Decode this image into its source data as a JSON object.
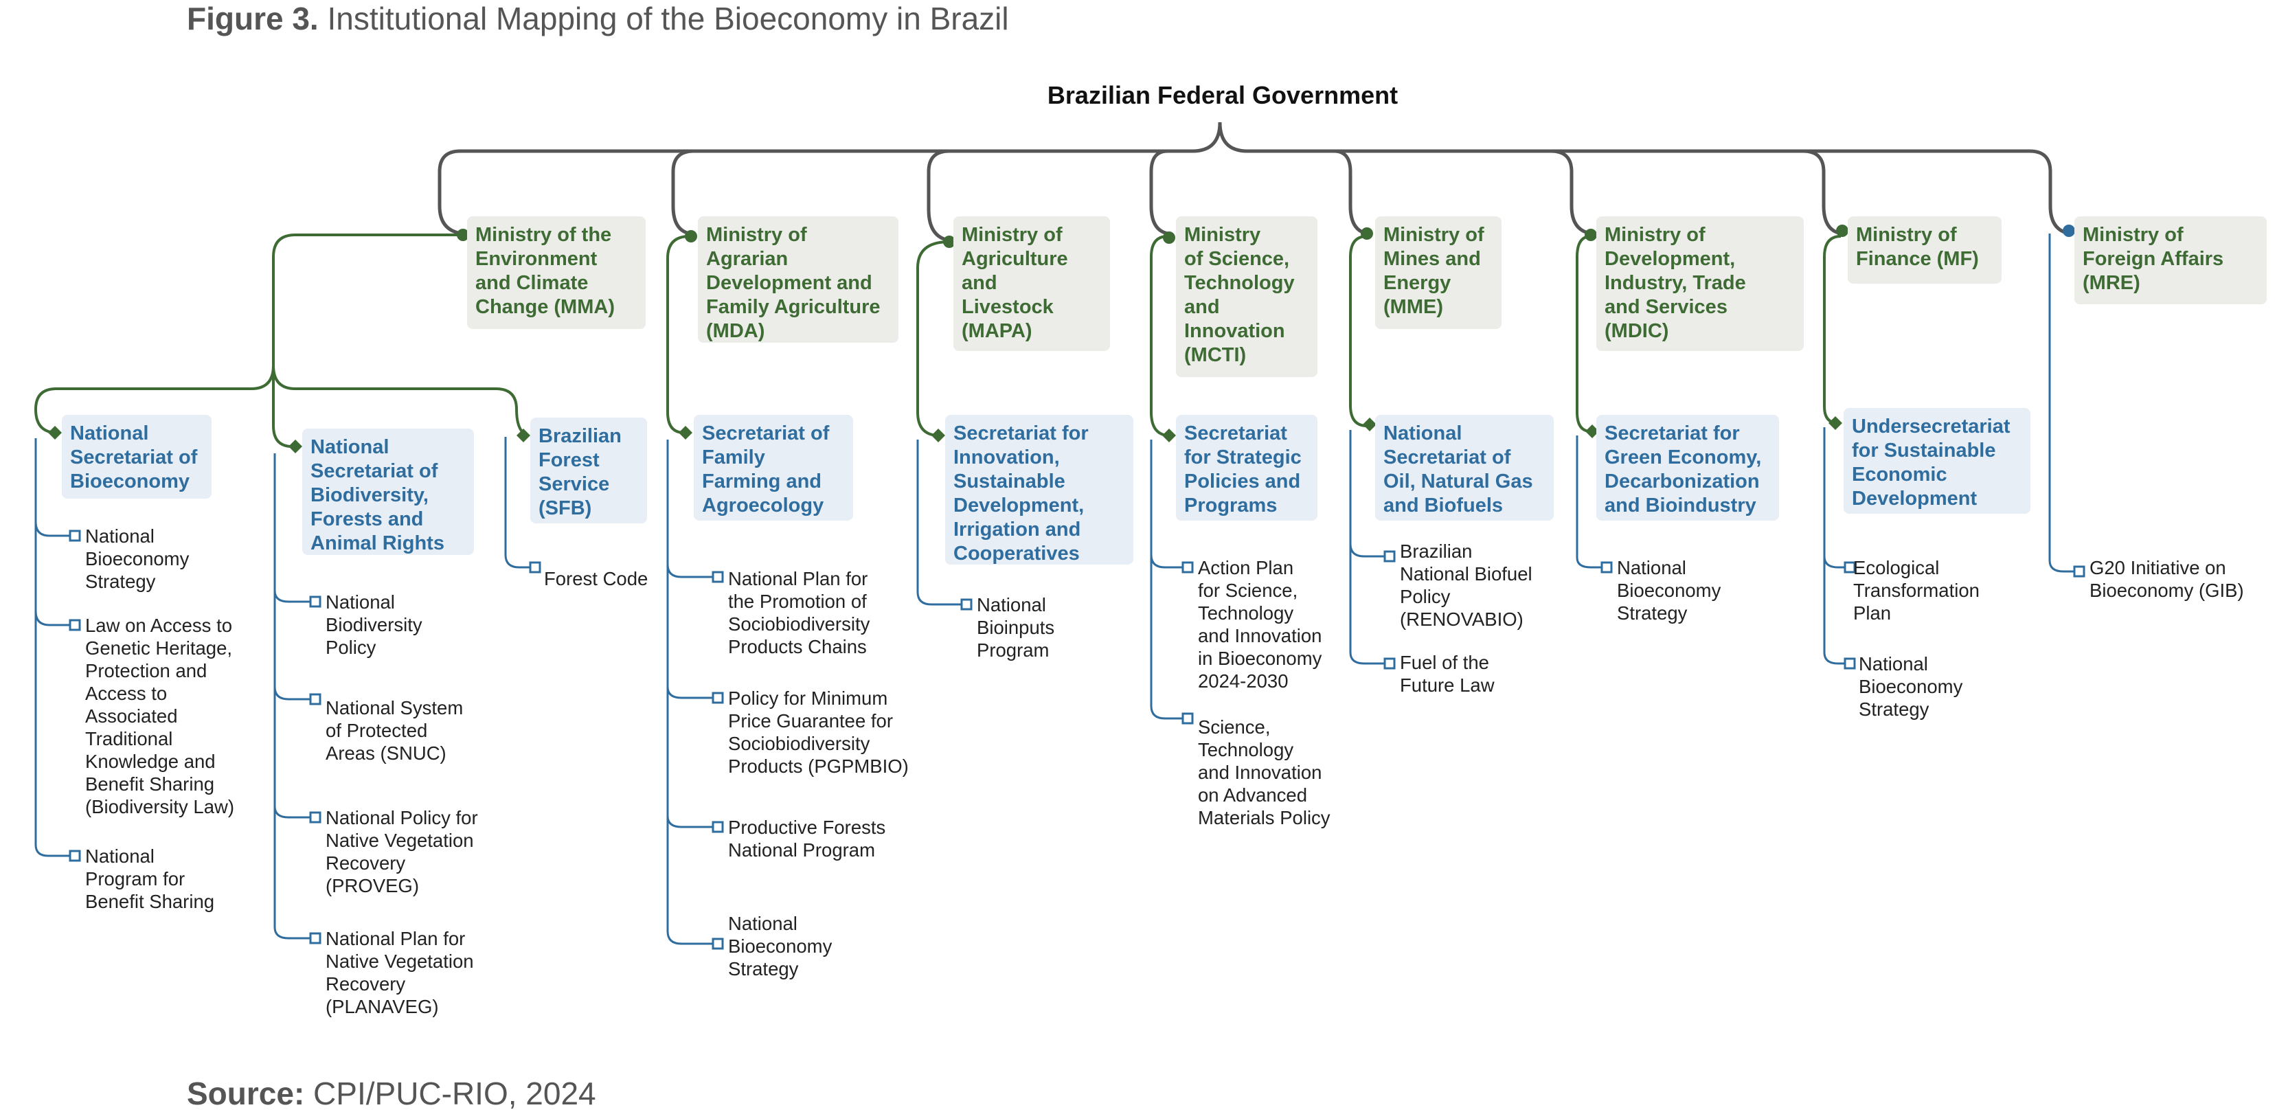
{
  "caption": {
    "figure_label": "Figure 3.",
    "title": "Institutional Mapping of the Bioeconomy in Brazil"
  },
  "root": "Brazilian Federal Government",
  "ministries": [
    {
      "lines": [
        "Ministry of the",
        "Environment",
        "and Climate",
        "Change (MMA)"
      ]
    },
    {
      "lines": [
        "Ministry of",
        "Agrarian",
        "Development and",
        "Family Agriculture",
        "(MDA)"
      ]
    },
    {
      "lines": [
        "Ministry of",
        "Agriculture",
        "and",
        "Livestock",
        "(MAPA)"
      ]
    },
    {
      "lines": [
        "Ministry",
        "of Science,",
        "Technology",
        "and",
        "Innovation",
        "(MCTI)"
      ]
    },
    {
      "lines": [
        "Ministry of",
        "Mines and",
        "Energy",
        "(MME)"
      ]
    },
    {
      "lines": [
        "Ministry of",
        "Development,",
        "Industry, Trade",
        "and Services",
        "(MDIC)"
      ]
    },
    {
      "lines": [
        "Ministry of",
        "Finance (MF)"
      ]
    },
    {
      "lines": [
        "Ministry of",
        "Foreign Affairs",
        "(MRE)"
      ]
    }
  ],
  "secretariats": [
    {
      "lines": [
        "National",
        "Secretariat of",
        "Bioeconomy"
      ]
    },
    {
      "lines": [
        "National",
        "Secretariat of",
        "Biodiversity,",
        "Forests and",
        "Animal Rights"
      ]
    },
    {
      "lines": [
        "Brazilian",
        "Forest",
        "Service",
        "(SFB)"
      ]
    },
    {
      "lines": [
        "Secretariat of",
        "Family",
        "Farming and",
        "Agroecology"
      ]
    },
    {
      "lines": [
        "Secretariat for",
        "Innovation,",
        "Sustainable",
        "Development,",
        "Irrigation and",
        "Cooperatives"
      ]
    },
    {
      "lines": [
        "Secretariat",
        "for Strategic",
        "Policies and",
        "Programs"
      ]
    },
    {
      "lines": [
        "National",
        "Secretariat of",
        "Oil, Natural Gas",
        "and Biofuels"
      ]
    },
    {
      "lines": [
        "Secretariat for",
        "Green Economy,",
        "Decarbonization",
        "and Bioindustry"
      ]
    },
    {
      "lines": [
        "Undersecretariat",
        "for Sustainable",
        "Economic",
        "Development"
      ]
    }
  ],
  "items": [
    {
      "lines": [
        "National",
        "Bioeconomy",
        "Strategy"
      ]
    },
    {
      "lines": [
        "Law on Access to",
        "Genetic Heritage,",
        "Protection and",
        "Access to",
        "Associated",
        "Traditional",
        "Knowledge and",
        "Benefit Sharing",
        "(Biodiversity Law)"
      ]
    },
    {
      "lines": [
        "National",
        "Program for",
        "Benefit Sharing"
      ]
    },
    {
      "lines": [
        "National",
        "Biodiversity",
        "Policy"
      ]
    },
    {
      "lines": [
        "National System",
        "of Protected",
        "Areas (SNUC)"
      ]
    },
    {
      "lines": [
        "National Policy for",
        "Native Vegetation",
        "Recovery",
        "(PROVEG)"
      ]
    },
    {
      "lines": [
        "National Plan for",
        "Native Vegetation",
        "Recovery",
        "(PLANAVEG)"
      ]
    },
    {
      "lines": [
        "Forest Code"
      ]
    },
    {
      "lines": [
        "National Plan for",
        "the Promotion of",
        "Sociobiodiversity",
        "Products Chains"
      ]
    },
    {
      "lines": [
        "Policy for Minimum",
        "Price Guarantee for",
        "Sociobiodiversity",
        "Products (PGPMBIO)"
      ]
    },
    {
      "lines": [
        "Productive Forests",
        "National Program"
      ]
    },
    {
      "lines": [
        "National",
        "Bioeconomy",
        "Strategy"
      ]
    },
    {
      "lines": [
        "National",
        "Bioinputs",
        "Program"
      ]
    },
    {
      "lines": [
        "Action Plan",
        "for Science,",
        "Technology",
        "and Innovation",
        "in Bioeconomy",
        "2024-2030"
      ]
    },
    {
      "lines": [
        "Science,",
        "Technology",
        "and Innovation",
        "on Advanced",
        "Materials Policy"
      ]
    },
    {
      "lines": [
        "Brazilian",
        "National Biofuel",
        "Policy",
        "(RENOVABIO)"
      ]
    },
    {
      "lines": [
        "Fuel of the",
        "Future Law"
      ]
    },
    {
      "lines": [
        "National",
        "Bioeconomy",
        "Strategy"
      ]
    },
    {
      "lines": [
        "Ecological",
        "Transformation",
        "Plan"
      ]
    },
    {
      "lines": [
        "National",
        "Bioeconomy",
        "Strategy"
      ]
    },
    {
      "lines": [
        "G20 Initiative on",
        "Bioeconomy (GIB)"
      ]
    }
  ],
  "source": {
    "label": "Source:",
    "text": "CPI/PUC-RIO, 2024"
  },
  "colors": {
    "green": "#3e6b34",
    "blue": "#2f6d9f",
    "gray_line": "#555555",
    "ministry_bg": "#ecede8",
    "secretariat_bg": "#e7eef6"
  }
}
